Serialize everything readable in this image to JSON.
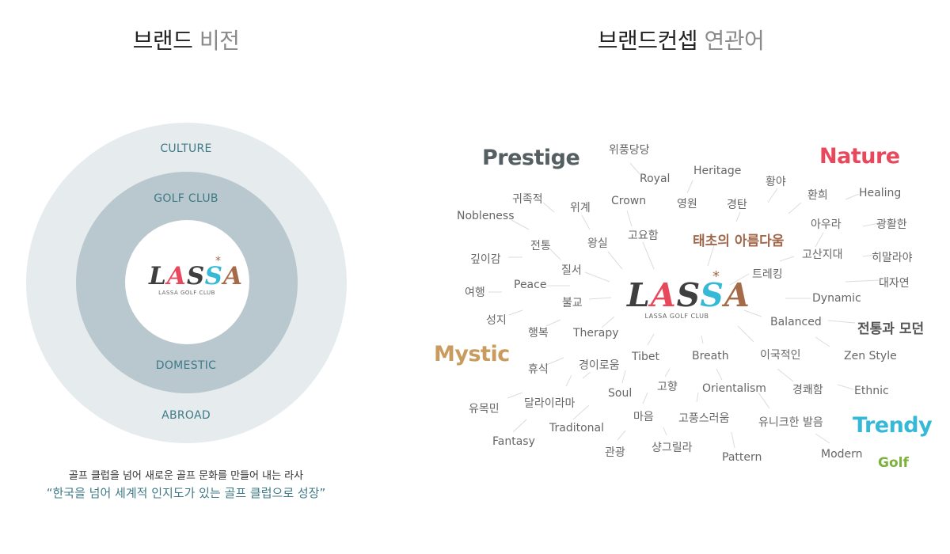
{
  "vision": {
    "title_dark": "브랜드",
    "title_light": "비전",
    "rings": {
      "outer_top": "CULTURE",
      "middle_top": "GOLF CLUB",
      "middle_bottom": "DOMESTIC",
      "outer_bottom": "ABROAD"
    },
    "description": "골프 클럽을 넘어 새로운 골프 문화를 만들어 내는 라사",
    "slogan": "“한국을 넘어 세계적 인지도가 있는 골프 클럽으로 성장”"
  },
  "logo": {
    "letters": [
      "L",
      "A",
      "S",
      "S",
      "A"
    ],
    "star": "*",
    "subtitle": "LASSA GOLF CLUB"
  },
  "concept": {
    "title_dark": "브랜드컨셉",
    "title_light": "연관어",
    "categories": {
      "prestige": "Prestige",
      "nature": "Nature",
      "mystic": "Mystic",
      "trendy": "Trendy",
      "golf": "Golf",
      "beauty": "태초의 아름다움",
      "tradition_modern": "전통과 모던"
    },
    "words": {
      "w1": "위풍당당",
      "w2": "Royal",
      "w3": "Heritage",
      "w4": "황야",
      "w5": "귀족적",
      "w6": "위계",
      "w7": "Crown",
      "w8": "영원",
      "w9": "경탄",
      "w10": "환희",
      "w11": "Healing",
      "w12": "Nobleness",
      "w13": "고요함",
      "w14": "아우라",
      "w15": "광활한",
      "w16": "전통",
      "w17": "왕실",
      "w18": "깊이감",
      "w19": "고산지대",
      "w20": "히말라야",
      "w21": "질서",
      "w22": "트레킹",
      "w23": "대자연",
      "w24": "Peace",
      "w25": "여행",
      "w26": "Dynamic",
      "w27": "불교",
      "w28": "성지",
      "w29": "Balanced",
      "w30": "행복",
      "w31": "Therapy",
      "w32": "이국적인",
      "w33": "Tibet",
      "w34": "Breath",
      "w35": "Zen Style",
      "w36": "휴식",
      "w37": "경이로움",
      "w38": "고향",
      "w39": "경쾌함",
      "w40": "Orientalism",
      "w41": "Ethnic",
      "w42": "Soul",
      "w43": "유목민",
      "w44": "달라이라마",
      "w45": "마음",
      "w46": "고풍스러움",
      "w47": "유니크한 발음",
      "w48": "Traditonal",
      "w49": "Fantasy",
      "w50": "샹그릴라",
      "w51": "관광",
      "w52": "Modern",
      "w53": "Pattern"
    }
  },
  "colors": {
    "prestige": "#555e60",
    "nature": "#e8485b",
    "mystic": "#c99b5e",
    "trendy": "#36b9d7",
    "golf": "#7bb23b",
    "beauty": "#a0674a",
    "tradition_modern": "#555555",
    "ring_text": "#3f7a87"
  }
}
